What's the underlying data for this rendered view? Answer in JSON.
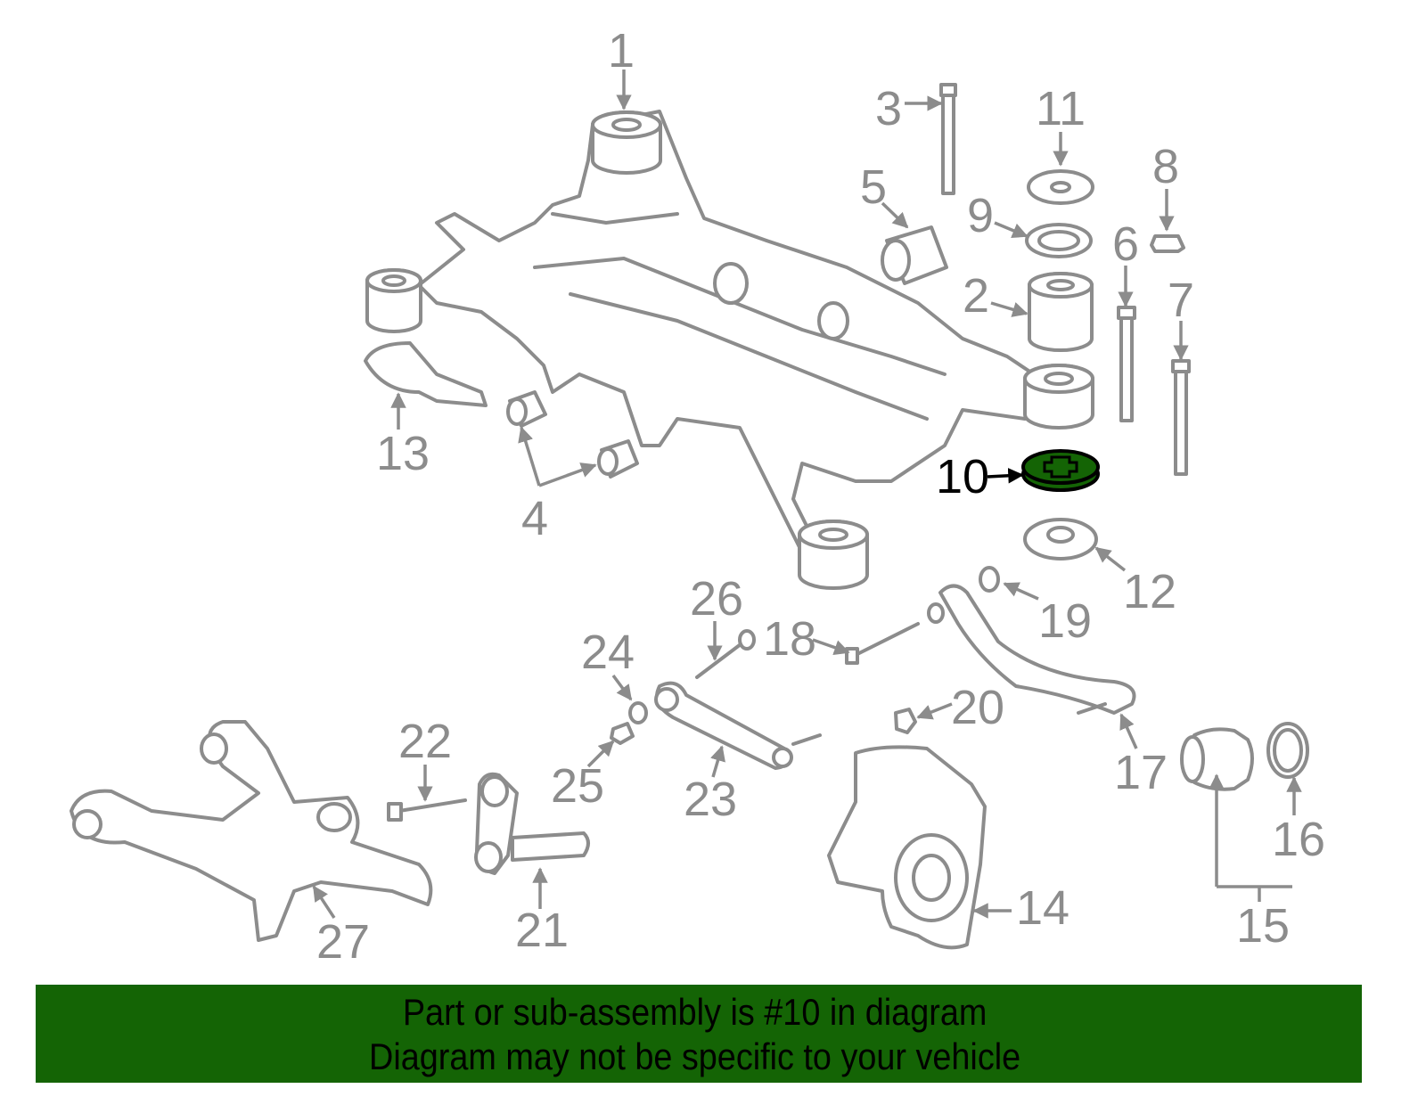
{
  "diagram": {
    "highlighted_part": "10",
    "highlight_color": "#146405",
    "line_color": "#8c8c8c",
    "callouts": [
      "1",
      "2",
      "3",
      "4",
      "5",
      "6",
      "7",
      "8",
      "9",
      "10",
      "11",
      "12",
      "13",
      "14",
      "15",
      "16",
      "17",
      "18",
      "19",
      "20",
      "21",
      "22",
      "23",
      "24",
      "25",
      "26",
      "27"
    ]
  },
  "banner": {
    "line1": "Part or sub-assembly is #10 in diagram",
    "line2": "Diagram may not be specific to your vehicle",
    "background": "#146405"
  }
}
